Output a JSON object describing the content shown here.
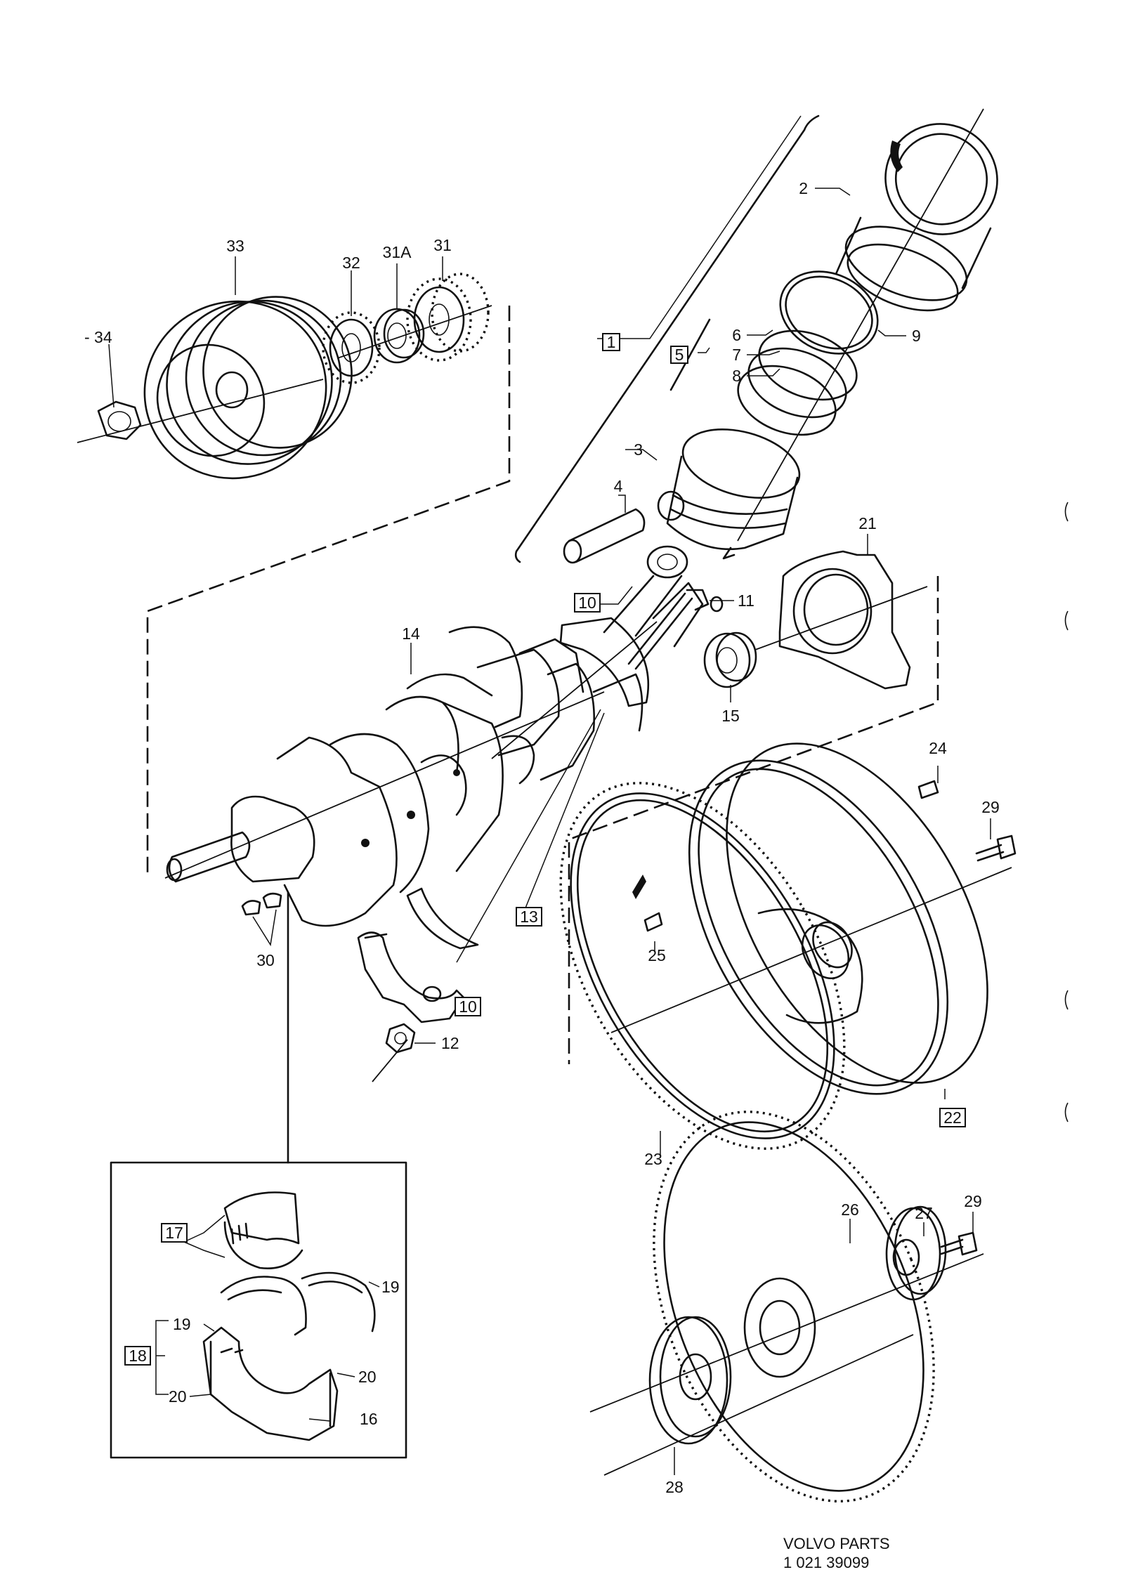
{
  "labels": {
    "l1": "1",
    "l2": "2",
    "l3": "3",
    "l4": "4",
    "l5": "5",
    "l6": "6",
    "l7": "7",
    "l8": "8",
    "l9": "9",
    "l10a": "10",
    "l10b": "10",
    "l11": "11",
    "l12": "12",
    "l13": "13",
    "l14": "14",
    "l15": "15",
    "l16": "16",
    "l17": "17",
    "l18": "18",
    "l19a": "19",
    "l19b": "19",
    "l20a": "20",
    "l20b": "20",
    "l21": "21",
    "l22": "22",
    "l23": "23",
    "l24": "24",
    "l25": "25",
    "l26": "26",
    "l27": "27",
    "l28": "28",
    "l29a": "29",
    "l29b": "29",
    "l30": "30",
    "l31": "31",
    "l31a": "31A",
    "l32": "32",
    "l33": "33",
    "l34": "- 34"
  },
  "footer": {
    "brand": "VOLVO PARTS",
    "number": "1 021 39099"
  }
}
